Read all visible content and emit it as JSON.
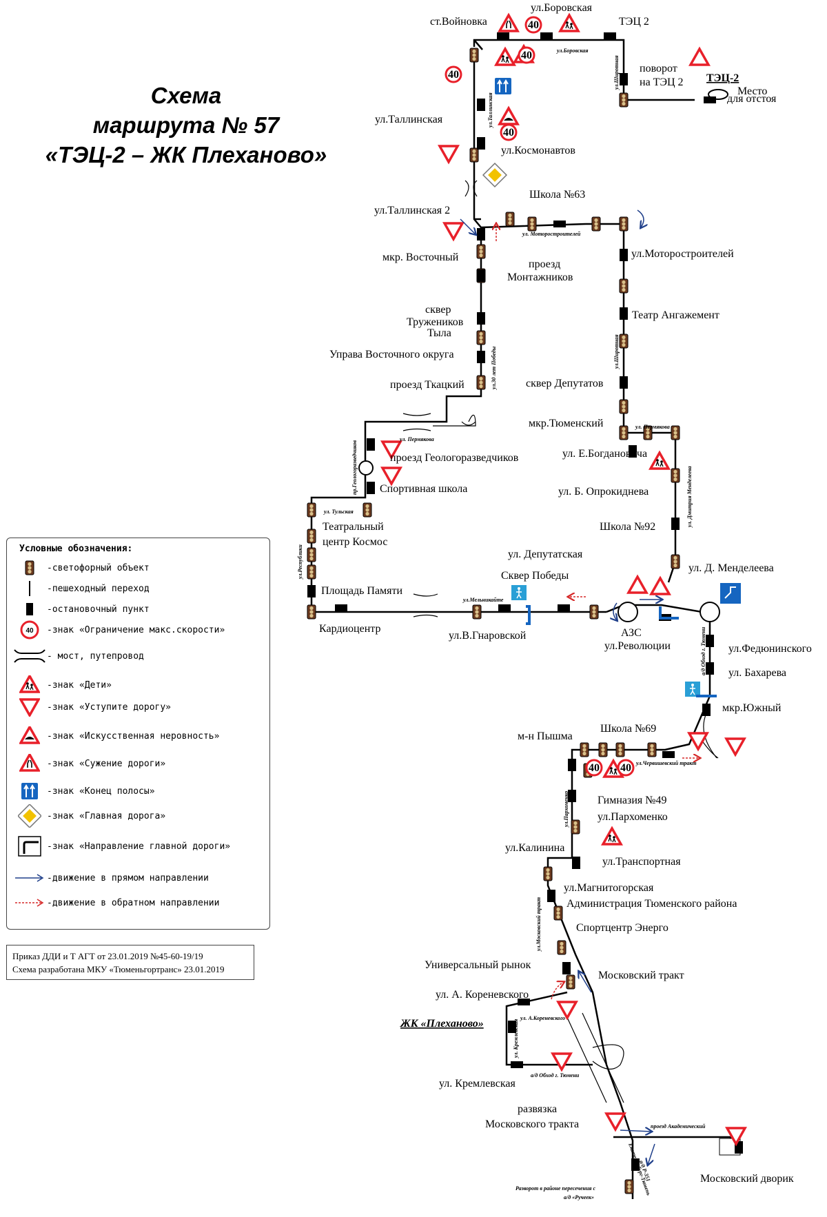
{
  "title": {
    "line1": "Схема",
    "line2": "маршрута № 57",
    "line3": "«ТЭЦ-2 – ЖК Плеханово»"
  },
  "legend": {
    "title": "Условные обозначения:",
    "items": [
      {
        "icon": "traffic-light-icon",
        "text": "-светофорный объект"
      },
      {
        "icon": "crosswalk-icon",
        "text": "-пешеходный переход"
      },
      {
        "icon": "bus-stop-icon",
        "text": "-остановочный пункт"
      },
      {
        "icon": "speed-limit-icon",
        "text": "-знак «Ограничение макс.скорости»",
        "value": "40"
      },
      {
        "icon": "bridge-icon",
        "text": "- мост, путепровод"
      },
      {
        "icon": "children-sign-icon",
        "text": "-знак «Дети»"
      },
      {
        "icon": "yield-sign-icon",
        "text": "-знак «Уступите дорогу»"
      },
      {
        "icon": "speed-bump-sign-icon",
        "text": "-знак «Искусственная неровность»"
      },
      {
        "icon": "road-narrows-sign-icon",
        "text": "-знак «Сужение дороги»"
      },
      {
        "icon": "lane-end-sign-icon",
        "text": "-знак «Конец полосы»"
      },
      {
        "icon": "main-road-sign-icon",
        "text": "-знак «Главная дорога»"
      },
      {
        "icon": "main-road-direction-icon",
        "text": "-знак «Направление главной дороги»"
      },
      {
        "icon": "forward-arrow-icon",
        "text": "-движение в прямом направлении"
      },
      {
        "icon": "reverse-arrow-icon",
        "text": "-движение в обратном направлении"
      }
    ]
  },
  "order_note": {
    "line1": "Приказ ДДИ и Т АГТ от 23.01.2019 №45-60-19/19",
    "line2": "Схема разработана МКУ «Тюменьгортранс» 23.01.2019"
  },
  "colors": {
    "route": "#000000",
    "sign_red": "#e8202a",
    "sign_blue": "#1565c0",
    "main_road_yellow": "#f2c200",
    "forward_arrow": "#1f3f8a",
    "reverse_arrow": "#d62828"
  },
  "labels": {
    "st_voinovka": "ст.Войновка",
    "ul_borovskaya": "ул.Боровская",
    "tec2_stop": "ТЭЦ 2",
    "povorot": "поворот",
    "na_tec2": "на ТЭЦ 2",
    "tec2_terminal": "ТЭЦ-2",
    "mesto": "Место",
    "dlya_otstoya": "для отстоя",
    "ul_tallinskaya": "ул.Таллинская",
    "ul_kosmonavtov": "ул.Космонавтов",
    "ul_tallinskaya2": "ул.Таллинская 2",
    "shkola63": "Школа №63",
    "mkr_vostochny": "мкр. Восточный",
    "proezd": "проезд",
    "montazhnikov": "Монтажников",
    "ul_motorostroiteley": "ул.Моторостроителей",
    "skver": "сквер",
    "truzhenikov": "Тружеников",
    "tyla": "Тыла",
    "teatr_angazhement": "Театр Ангажемент",
    "uprava": "Управа Восточного округа",
    "skver_deputatov": "сквер Депутатов",
    "proezd_tkatsky": "проезд Ткацкий",
    "mkr_tyumensky": "мкр.Тюменский",
    "proezd_geologo": "проезд Геологоразведчиков",
    "ul_bogdanovicha": "ул. Е.Богдановича",
    "sport_school": "Спортивная школа",
    "ul_oprokidneva": "ул. Б. Опрокиднева",
    "teatr_centr": "Театральный",
    "centr_kosmos": "центр Космос",
    "shkola92": "Школа №92",
    "ul_deputatskaya": "ул. Депутатская",
    "skver_pobedy": "Сквер Победы",
    "ul_mendeleeva": "ул. Д. Менделеева",
    "ploshchad_pamyati": "Площадь Памяти",
    "kardiocentr": "Кардиоцентр",
    "ul_gnarovskoy": "ул.В.Гнаровской",
    "azs": "АЗС",
    "ul_revolyucii": "ул.Революции",
    "ul_fedyuninskogo": "ул.Федюнинского",
    "ul_bahareva": "ул. Бахарева",
    "mkr_yuzhny": "мкр.Южный",
    "shkola69": "Школа №69",
    "mn_pyshma": "м-н Пышма",
    "gimnaziya49": "Гимназия №49",
    "ul_parhomenko": "ул.Пархоменко",
    "ul_kalinina": "ул.Калинина",
    "ul_transportnaya": "ул.Транспортная",
    "ul_magnitogorskaya": "ул.Магнитогорская",
    "administraciya": "Администрация Тюменского района",
    "sportcentr": "Спортцентр Энерго",
    "univ_rynok": "Универсальный рынок",
    "moskovsky_trakt": "Московский тракт",
    "ul_korenevskogo": "ул. А. Кореневского",
    "zhk_plehanovo": "ЖК «Плеханово»",
    "ul_kremlevskaya": "ул. Кремлевская",
    "razvyazka": "развязка",
    "moskovskogo_trakta": "Московского тракта",
    "moskovsky_dvorik": "Московский дворик"
  },
  "street_labels": {
    "borovskaya": "ул.Боровская",
    "shirotnaya": "ул.Широтная",
    "tallinskaya": "ул.Таллинская",
    "motorostroiteley": "ул. Моторостроителей",
    "let30": "ул.30 лет Победы",
    "shirotnaya2": "ул.Широтная",
    "permyakova1": "ул. Пермякова",
    "permyakova2": "ул. Пермякова",
    "geologorazv": "пр.Геологоразведчиков",
    "tulskaya": "ул. Тульская",
    "mendeleeva": "ул. Дмитрия Менделеева",
    "respubliki": "ул.Республики",
    "melnikayte": "ул.Мельникайте",
    "obhod": "а/д Обход г. Тюмени",
    "chervishevsky": "ул.Червишевский тракт",
    "parhomenko": "ул.Пархоменко",
    "moskovsky": "ул.Московский тракт",
    "korenevskogo": "ул. А.Кореневского",
    "kremlevskaya": "ул. Кремлевская",
    "obhod2": "а/д Обход г. Тюмени",
    "akademichesky": "проезд Академический",
    "r351": "а/д Р-351",
    "ekaterinburg": "Екатеринбург-Тюмень",
    "razvorot1": "Разворот в районе пересечения с",
    "razvorot2": "а/д «Ручеек»"
  },
  "speed_signs": [
    "40",
    "40",
    "40",
    "40",
    "40",
    "40"
  ]
}
